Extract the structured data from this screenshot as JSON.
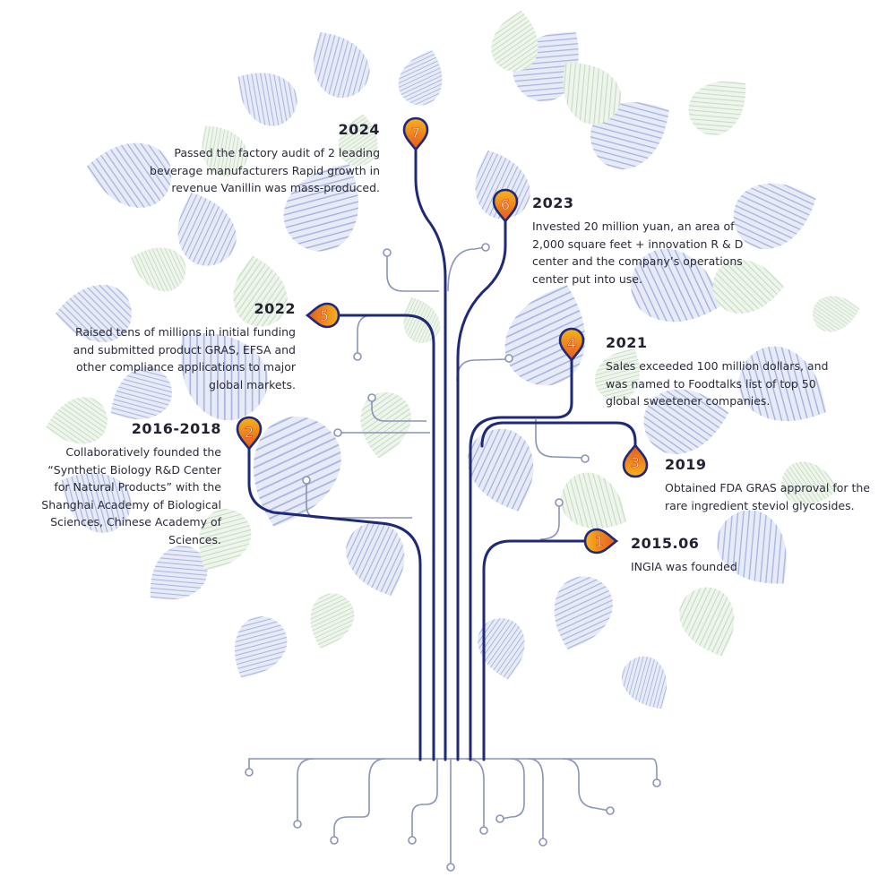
{
  "colors": {
    "trunk": "#1e2a78",
    "twig": "#8a93b8",
    "leaf_blue": "#a9b5df",
    "leaf_green": "#b9d4b3",
    "marker_top": "#f7b21b",
    "marker_bottom": "#e5591f",
    "marker_outline": "#1e2a78"
  },
  "milestones": [
    {
      "number": "1",
      "year": "2015.06",
      "description": "INGIA was founded"
    },
    {
      "number": "2",
      "year": "2016-2018",
      "description": "Collaboratively founded the “Synthetic Biology R&D Center for Natural Products” with the Shanghai Academy of Biological Sciences, Chinese Academy of Sciences."
    },
    {
      "number": "3",
      "year": "2019",
      "description": "Obtained FDA GRAS approval for the rare ingredient steviol glycosides."
    },
    {
      "number": "4",
      "year": "2021",
      "description": "Sales exceeded 100 million dollars, and was named to Foodtalks list of top 50 global sweetener companies."
    },
    {
      "number": "5",
      "year": "2022",
      "description": "Raised tens of millions in initial funding and submitted product GRAS, EFSA and other compliance applications to major global markets."
    },
    {
      "number": "6",
      "year": "2023",
      "description": "Invested 20 million yuan, an area of 2,000 square feet + innovation R & D center and the company’s operations center put into use."
    },
    {
      "number": "7",
      "year": "2024",
      "description": "Passed the factory audit of 2 leading beverage manufacturers Rapid growth in revenue Vanillin was mass-produced."
    }
  ]
}
